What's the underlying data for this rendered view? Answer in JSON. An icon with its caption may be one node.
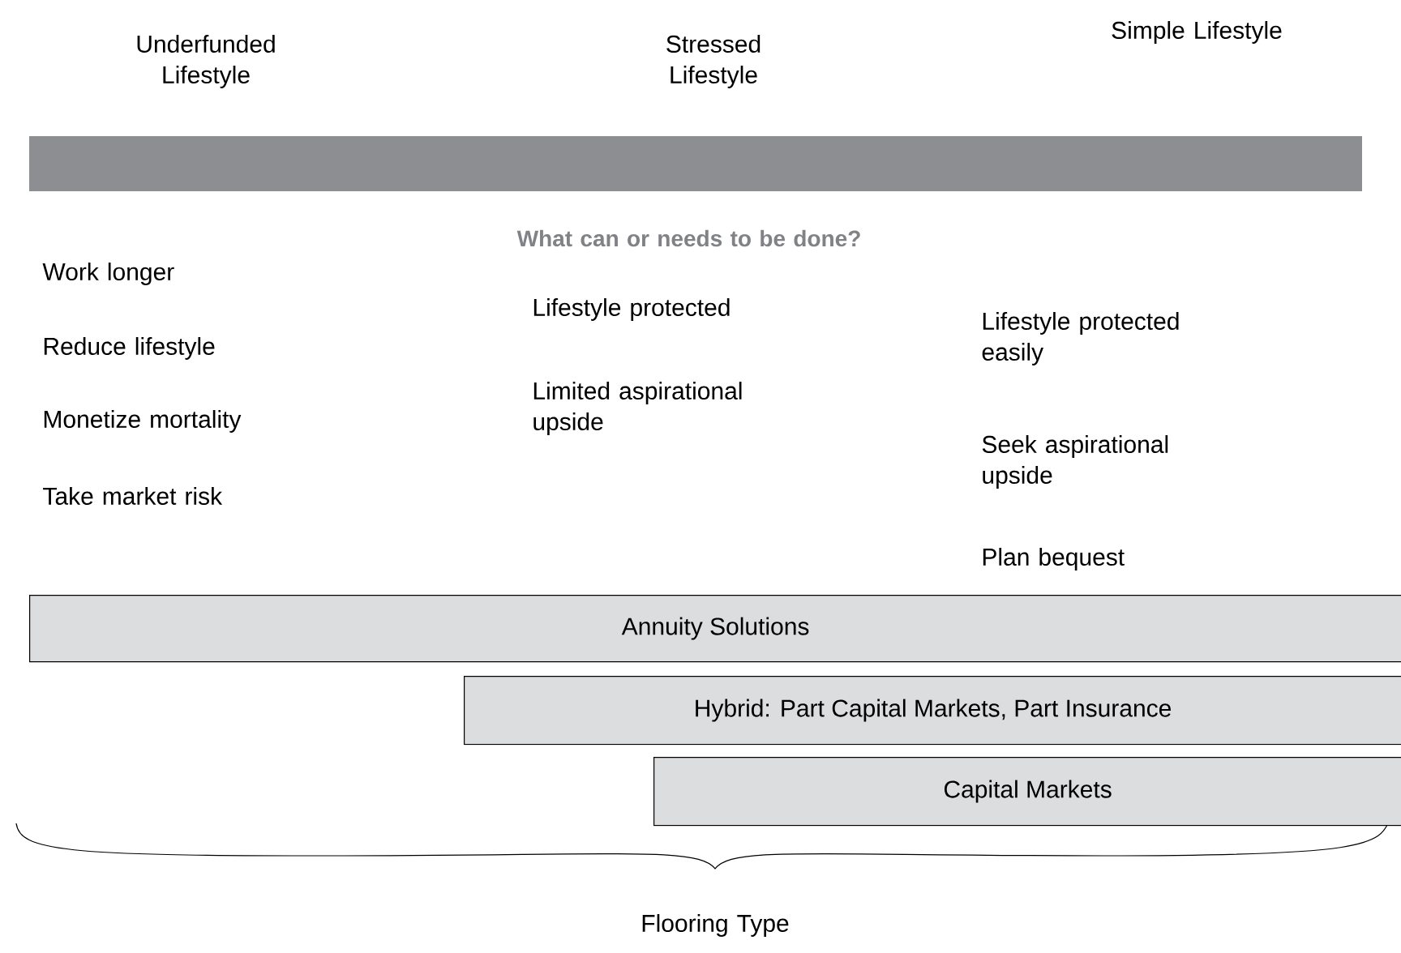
{
  "diagram": {
    "nodes": [
      {
        "text": [
          "Annuity Solutions"
        ]
      },
      {
        "text": [
          "Hybrid: Part Capital Markets, Part Insurance"
        ]
      },
      {
        "text": [
          "Capital Markets"
        ]
      }
    ],
    "edges": [],
    "labels": [
      "Underfunded Lifestyle",
      "Stressed Lifestyle",
      "Simple Lifestyle",
      "What can or needs to be done?",
      "Work longer",
      "Reduce lifestyle",
      "Monetize mortality",
      "Take market risk",
      "Lifestyle protected",
      "Limited aspirational upside",
      "Lifestyle protected easily",
      "Seek aspirational upside",
      "Plan bequest",
      "Flooring Type"
    ]
  }
}
